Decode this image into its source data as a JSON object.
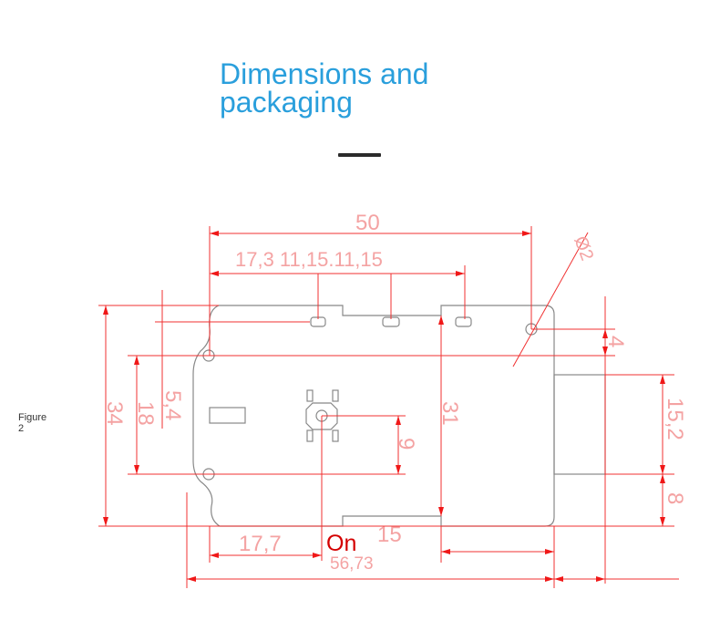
{
  "section": {
    "title_line1": "Dimensions and",
    "title_line2": "packaging"
  },
  "figure": {
    "caption_line1": "Figure",
    "caption_line2": "2"
  },
  "drawing": {
    "dimensions": {
      "width_50": "50",
      "connector_spacing": "17,3 11,15.11,15",
      "diameter": "Ø2",
      "height_34": "34",
      "hole_spacing_18": "18",
      "offset_5_4": "5,4",
      "height_31": "31",
      "button_9": "9",
      "offset_4": "4",
      "connector_15_2": "15,2",
      "offset_8": "8",
      "offset_17_7": "17,7",
      "width_15": "15",
      "total_56_73": "56,73"
    },
    "button_label": "On"
  }
}
